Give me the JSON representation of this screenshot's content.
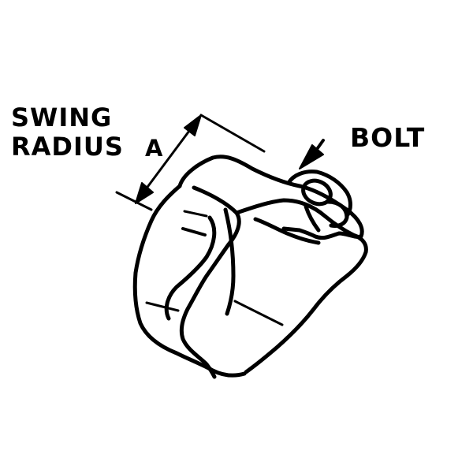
{
  "labels": {
    "swing_line1": "SWING",
    "swing_line2": "RADIUS",
    "dimension": "A",
    "bolt": "BOLT"
  },
  "colors": {
    "ink": "#000000",
    "paper": "#ffffff"
  }
}
